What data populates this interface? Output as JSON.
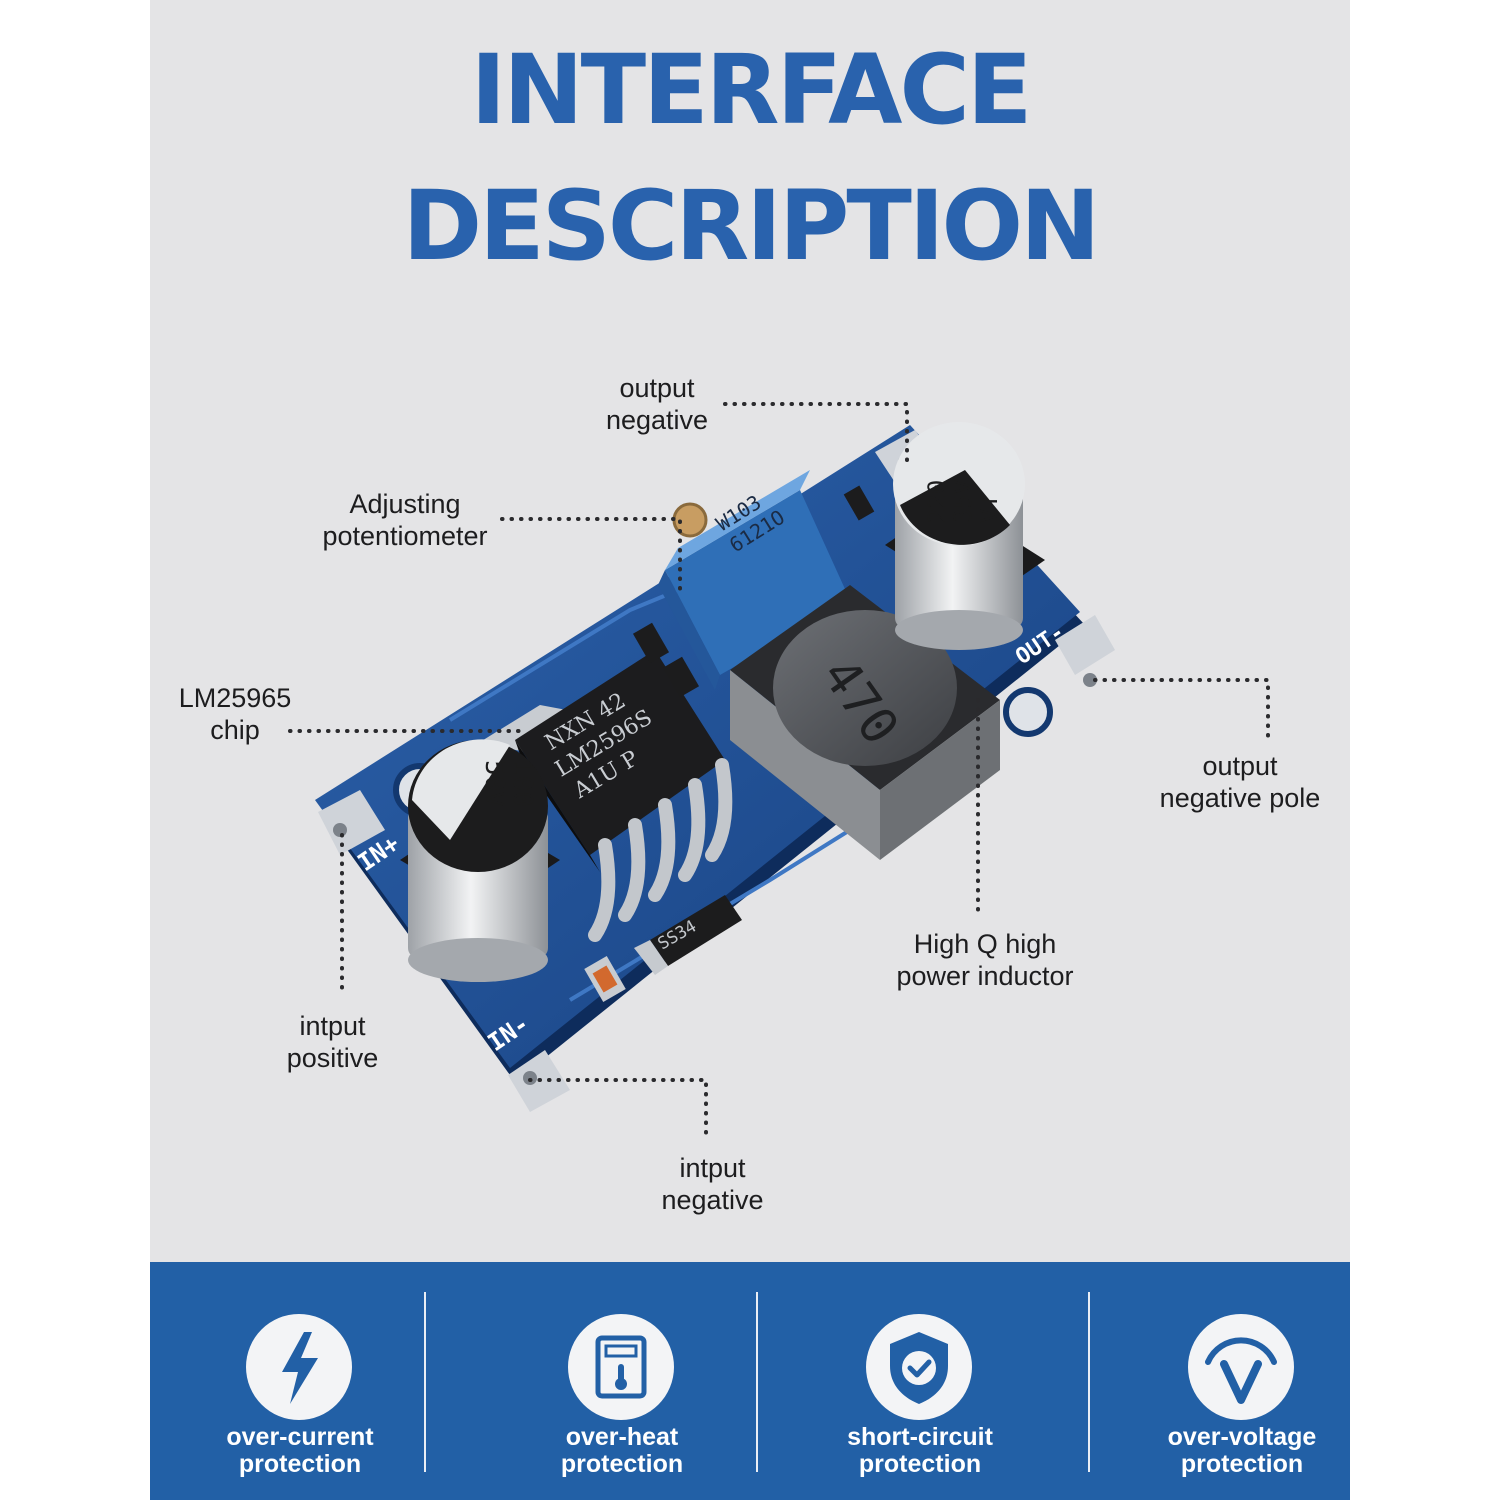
{
  "title": {
    "line1": "INTERFACE",
    "line2": "DESCRIPTION"
  },
  "board": {
    "chip_marking": [
      "NXN 42",
      "LM2596S",
      "A1U  P"
    ],
    "inductor_marking": "470",
    "pot_marking": [
      "W103",
      "6121O"
    ],
    "cap_in_marking": [
      "100",
      "50V",
      "VT"
    ],
    "cap_out_marking": [
      "220",
      "35V",
      "VT"
    ],
    "diode_marking": "SS34",
    "pad_in_pos": "IN+",
    "pad_in_neg": "IN-",
    "pad_out_neg": "OUT-"
  },
  "labels": {
    "output_negative": [
      "output",
      "negative"
    ],
    "potentiometer": [
      "Adjusting",
      "potentiometer"
    ],
    "chip": [
      "LM25965",
      "chip"
    ],
    "output_negative_pole": [
      "output",
      "negative pole"
    ],
    "inductor": [
      "High Q high",
      "power inductor"
    ],
    "input_positive": [
      "intput",
      "positive"
    ],
    "input_negative": [
      "intput",
      "negative"
    ]
  },
  "features": [
    {
      "line1": "over-current",
      "line2": "protection",
      "icon": "lightning-bolt-icon"
    },
    {
      "line1": "over-heat",
      "line2": "protection",
      "icon": "thermometer-icon"
    },
    {
      "line1": "short-circuit",
      "line2": "protection",
      "icon": "shield-check-icon"
    },
    {
      "line1": "over-voltage",
      "line2": "protection",
      "icon": "voltage-gauge-icon"
    }
  ],
  "colors": {
    "accent": "#2962ad",
    "footer": "#2260a6",
    "background": "#e4e4e6",
    "pcb": "#1f4f93"
  }
}
